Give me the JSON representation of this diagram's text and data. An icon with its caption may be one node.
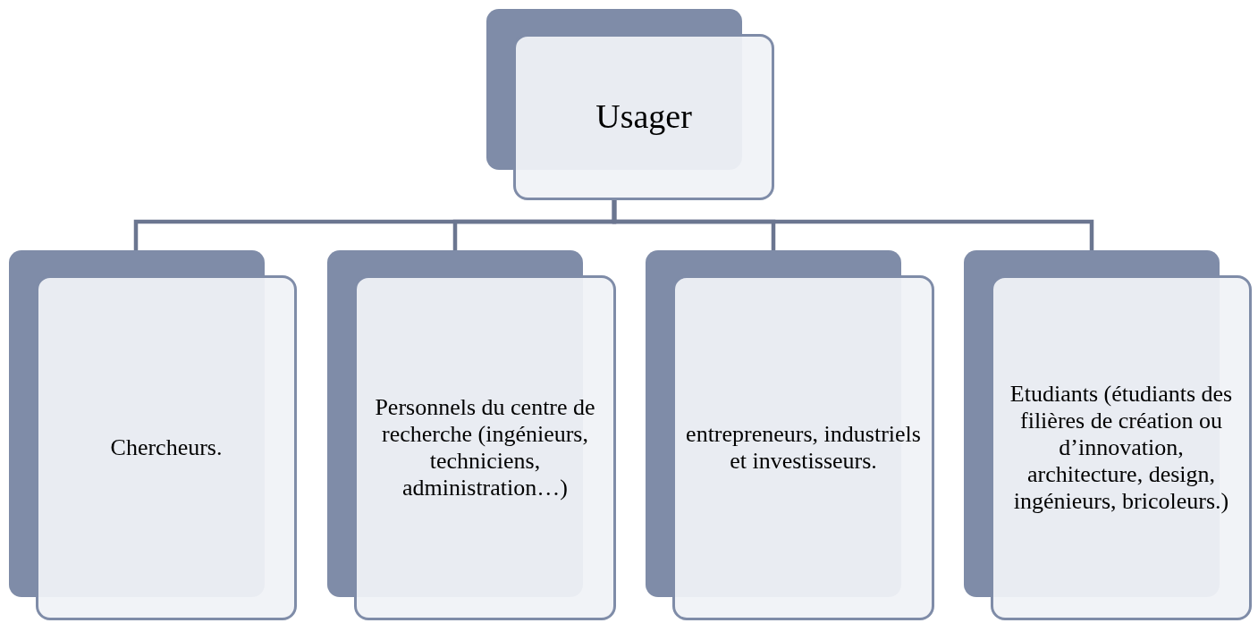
{
  "diagram": {
    "nodes": [
      {
        "text": [
          "Usager"
        ]
      },
      {
        "text": [
          "Chercheurs."
        ]
      },
      {
        "text": [
          "Personnels du centre de recherche (ingénieurs, techniciens, administration…)"
        ]
      },
      {
        "text": [
          "entrepreneurs, industriels et investisseurs."
        ]
      },
      {
        "text": [
          "Etudiants (étudiants des filières de création ou d’innovation, architecture, design, ingénieurs, bricoleurs.)"
        ]
      }
    ],
    "edges": [
      {
        "from": 0,
        "to": 1,
        "arrow": "none"
      },
      {
        "from": 0,
        "to": 2,
        "arrow": "none"
      },
      {
        "from": 0,
        "to": 3,
        "arrow": "none"
      },
      {
        "from": 0,
        "to": 4,
        "arrow": "none"
      }
    ]
  }
}
